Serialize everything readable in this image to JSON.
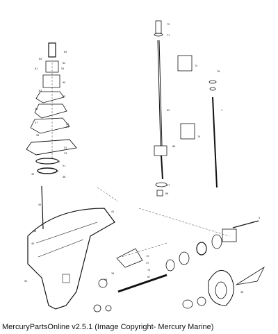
{
  "caption": "MercuryPartsOnline v2.5.1 (Image Copyright- Mercury Marine)",
  "callouts": [
    "65",
    "70",
    "71",
    "69",
    "75",
    "36",
    "1",
    "3",
    "37",
    "38",
    "39",
    "40",
    "41",
    "42",
    "43",
    "44",
    "45",
    "46",
    "47",
    "48",
    "49",
    "50",
    "51",
    "52",
    "53",
    "54",
    "55",
    "56",
    "57",
    "58",
    "59",
    "60",
    "61",
    "62",
    "63",
    "64",
    "66",
    "67",
    "68",
    "72",
    "73",
    "74",
    "76"
  ]
}
